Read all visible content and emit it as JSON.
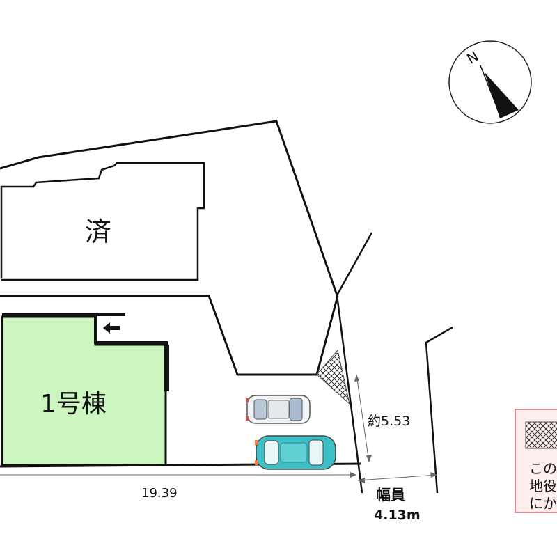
{
  "compass": {
    "north_label": "N"
  },
  "buildings": {
    "sold_label": "済",
    "unit1_label": "1号棟"
  },
  "dimensions": {
    "frontage": "19.39",
    "side_length": "約5.53",
    "road_width_label": "幅員",
    "road_width_value": "4.13m"
  },
  "legend": {
    "line1": "この",
    "line2": "地役",
    "line3": "にか"
  },
  "colors": {
    "unit1_fill": "#ccf5bf",
    "legend_fill": "#fdeeee",
    "legend_border": "#e88a8a",
    "car1_body": "#f1f3f5",
    "car2_body": "#3cc0c6"
  }
}
